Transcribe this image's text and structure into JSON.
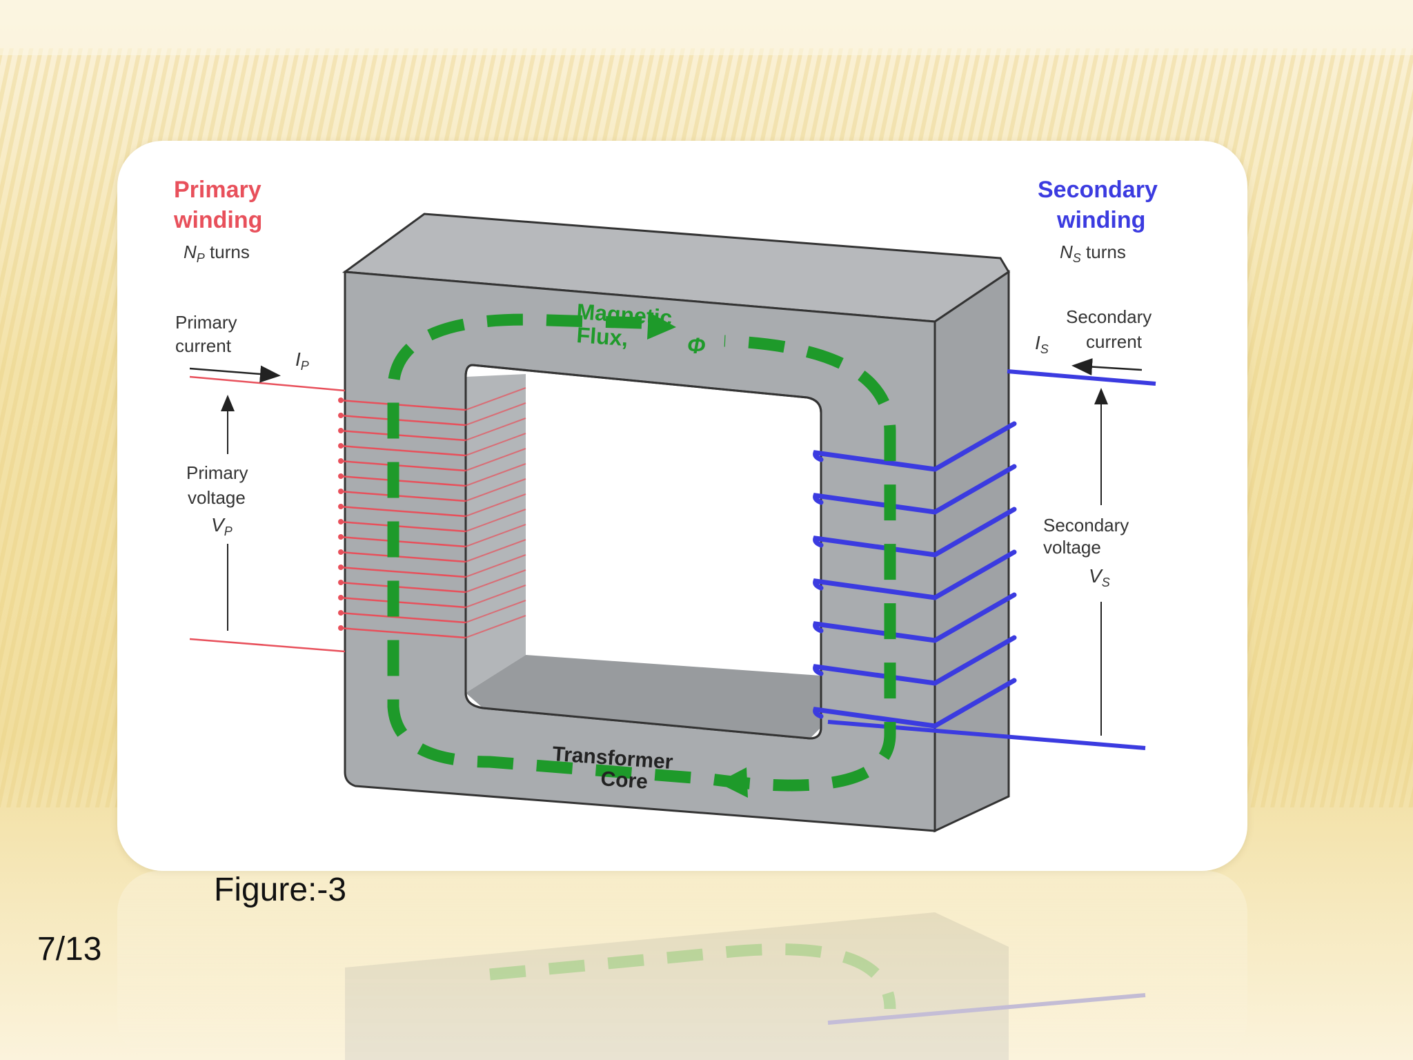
{
  "slide": {
    "caption": "Figure:-3",
    "page_number": "7/13"
  },
  "diagram": {
    "primary": {
      "title_line1": "Primary",
      "title_line2": "winding",
      "turns": "N",
      "turns_sub": "P",
      "turns_suffix": " turns",
      "current_line1": "Primary",
      "current_line2": "current",
      "current_symbol": "I",
      "current_sub": "P",
      "voltage_line1": "Primary",
      "voltage_line2": "voltage",
      "voltage_symbol": "V",
      "voltage_sub": "P",
      "color": "#e8505b"
    },
    "secondary": {
      "title_line1": "Secondary",
      "title_line2": "winding",
      "turns": "N",
      "turns_sub": "S",
      "turns_suffix": " turns",
      "current_line1": "Secondary",
      "current_line2": "current",
      "current_symbol": "I",
      "current_sub": "S",
      "voltage_line1": "Secondary",
      "voltage_line2": "voltage",
      "voltage_symbol": "V",
      "voltage_sub": "S",
      "color": "#3b3be0"
    },
    "flux": {
      "line1": "Magnetic",
      "line2": "Flux,",
      "symbol": "Φ",
      "color": "#1e9a2a"
    },
    "core": {
      "line1": "Transformer",
      "line2": "Core",
      "color": "#a9acaf"
    }
  }
}
